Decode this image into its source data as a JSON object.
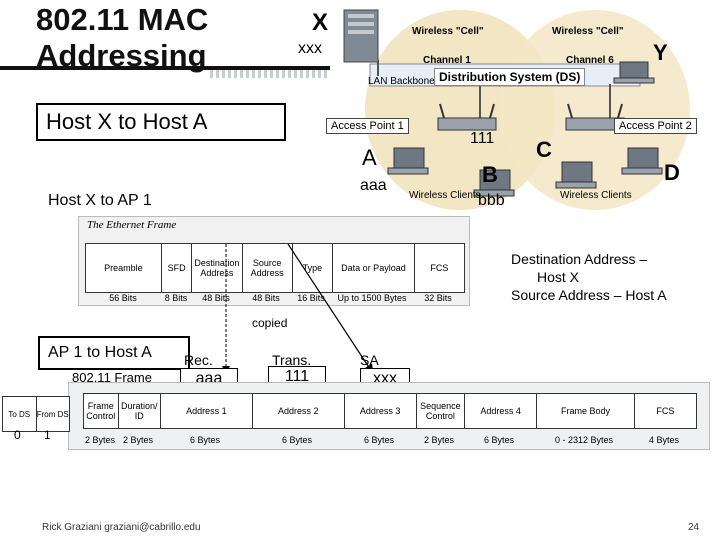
{
  "title_line1": "802.11 MAC",
  "title_line2": "Addressing",
  "box_host_x_to_a": "Host X to Host A",
  "label_host_x_to_ap1": "Host X to AP 1",
  "box_ap1_to_host_a": "AP 1 to Host A",
  "diagram": {
    "server_letter": "X",
    "server_addr": "xxx",
    "cell1_label": "Wireless \"Cell\"",
    "cell2_label": "Wireless \"Cell\"",
    "channel1": "Channel 1",
    "channel6": "Channel 6",
    "letter_y": "Y",
    "ds_label": "Distribution System (DS)",
    "lan_backbone": "LAN Backbone",
    "ap1_label": "Access Point 1",
    "ap2_label": "Access Point 2",
    "ap1_addr": "111",
    "letter_a": "A",
    "letter_b": "B",
    "letter_c": "C",
    "letter_d": "D",
    "addr_a": "aaa",
    "addr_b": "bbb",
    "wireless_clients_1": "Wireless Clients",
    "wireless_clients_2": "Wireless Clients"
  },
  "ethernet": {
    "caption": "The Ethernet Frame",
    "dest_value": "aaa",
    "src_value": "xxx",
    "fields": [
      "Preamble",
      "SFD",
      "Destination Address",
      "Source Address",
      "Type",
      "Data or Payload",
      "FCS"
    ],
    "sizes": [
      "56 Bits",
      "8 Bits",
      "48 Bits",
      "48 Bits",
      "16 Bits",
      "Up to 1500 Bytes",
      "32 Bits"
    ]
  },
  "notes": {
    "dest_line1": "Destination Address –",
    "dest_line2": "Host X",
    "src_line": "Source Address – Host A"
  },
  "copied": "copied",
  "frame80211": {
    "label": "802.11 Frame",
    "rec_label": "Rec.",
    "trans_label": "Trans.",
    "sa_label": "SA",
    "rec_value": "aaa",
    "trans_value": "111",
    "sa_value": "xxx",
    "tods_header": "To DS",
    "fromds_header": "From DS",
    "tods_value": "0",
    "fromds_value": "1",
    "fields": [
      "Frame Control",
      "Duration/ ID",
      "Address 1",
      "Address 2",
      "Address 3",
      "Sequence Control",
      "Address 4",
      "Frame Body",
      "FCS"
    ],
    "sizes": [
      "2 Bytes",
      "2 Bytes",
      "6 Bytes",
      "6 Bytes",
      "6 Bytes",
      "2 Bytes",
      "6 Bytes",
      "0 - 2312 Bytes",
      "4 Bytes"
    ]
  },
  "footer": "Rick Graziani graziani@cabrillo.edu",
  "page_number": "24",
  "colors": {
    "cell_fill": "#f3e6c4",
    "ds_fill": "#e8eef5",
    "box_border": "#000000"
  }
}
